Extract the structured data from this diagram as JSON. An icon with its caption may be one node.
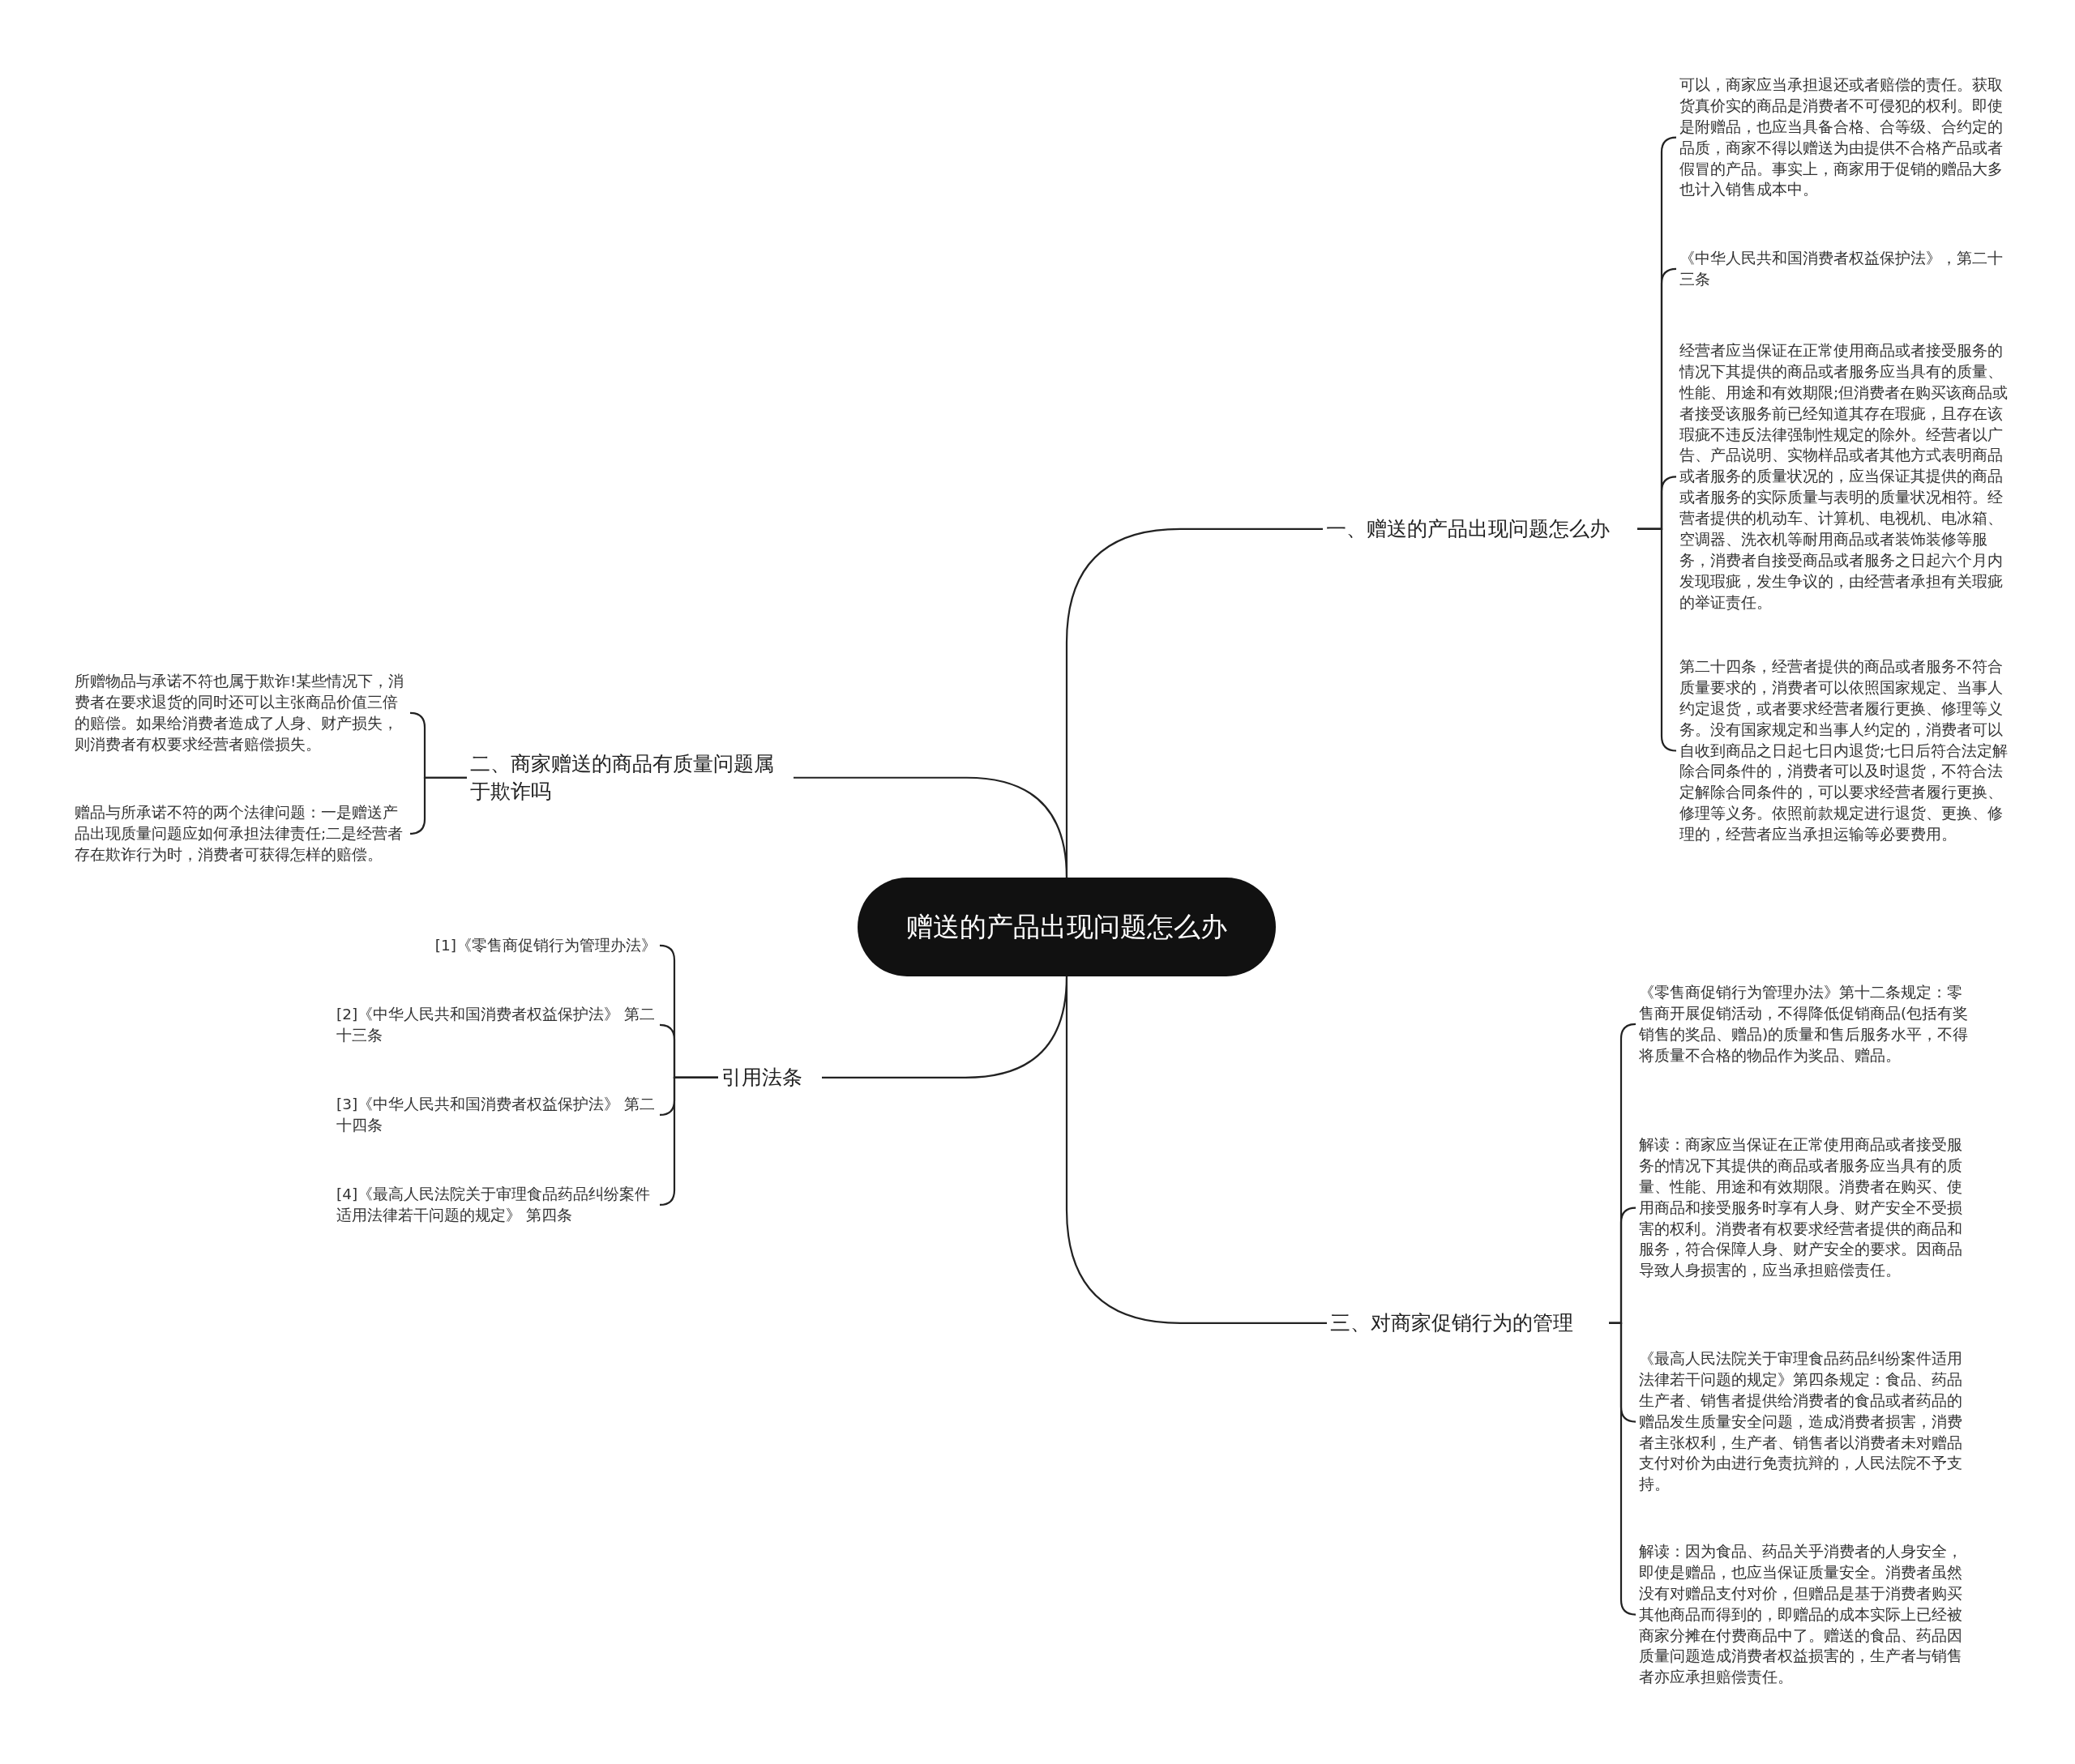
{
  "diagram": {
    "nodes": [
      {
        "text": [
          "赠送的产品出现问题怎么办"
        ]
      },
      {
        "text": [
          "一、赠送的产品出现问题怎么办"
        ]
      },
      {
        "text": [
          "可以，商家应当承担退还或者赔偿的责任。获取货真价实的商品是消费者不可侵犯的权利。即使是附赠品，也应当具备合格、合等级、合约定的品质，商家不得以赠送为由提供不合格产品或者假冒的产品。事实上，商家用于促销的赠品大多也计入销售成本中。"
        ]
      },
      {
        "text": [
          "《中华人民共和国消费者权益保护法》，第二十三条"
        ]
      },
      {
        "text": [
          "经营者应当保证在正常使用商品或者接受服务的情况下其提供的商品或者服务应当具有的质量、性能、用途和有效期限;但消费者在购买该商品或者接受该服务前已经知道其存在瑕疵，且存在该瑕疵不违反法律强制性规定的除外。经营者以广告、产品说明、实物样品或者其他方式表明商品或者服务的质量状况的，应当保证其提供的商品或者服务的实际质量与表明的质量状况相符。经营者提供的机动车、计算机、电视机、电冰箱、空调器、洗衣机等耐用商品或者装饰装修等服务，消费者自接受商品或者服务之日起六个月内发现瑕疵，发生争议的，由经营者承担有关瑕疵的举证责任。"
        ]
      },
      {
        "text": [
          "第二十四条，经营者提供的商品或者服务不符合质量要求的，消费者可以依照国家规定、当事人约定退货，或者要求经营者履行更换、修理等义务。没有国家规定和当事人约定的，消费者可以自收到商品之日起七日内退货;七日后符合法定解除合同条件的，消费者可以及时退货，不符合法定解除合同条件的，可以要求经营者履行更换、修理等义务。依照前款规定进行退货、更换、修理的，经营者应当承担运输等必要费用。"
        ]
      },
      {
        "text": [
          "二、商家赠送的商品有质量问题属于欺诈吗"
        ]
      },
      {
        "text": [
          "所赠物品与承诺不符也属于欺诈!某些情况下，消费者在要求退货的同时还可以主张商品价值三倍的赔偿。如果给消费者造成了人身、财产损失，则消费者有权要求经营者赔偿损失。"
        ]
      },
      {
        "text": [
          "赠品与所承诺不符的两个法律问题：一是赠送产品出现质量问题应如何承担法律责任;二是经营者存在欺诈行为时，消费者可获得怎样的赔偿。"
        ]
      },
      {
        "text": [
          "引用法条"
        ]
      },
      {
        "text": [
          "[1]《零售商促销行为管理办法》"
        ]
      },
      {
        "text": [
          "[2]《中华人民共和国消费者权益保护法》 第二十三条"
        ]
      },
      {
        "text": [
          "[3]《中华人民共和国消费者权益保护法》 第二十四条"
        ]
      },
      {
        "text": [
          "[4]《最高人民法院关于审理食品药品纠纷案件适用法律若干问题的规定》 第四条"
        ]
      },
      {
        "text": [
          "三、对商家促销行为的管理"
        ]
      },
      {
        "text": [
          "《零售商促销行为管理办法》第十二条规定：零售商开展促销活动，不得降低促销商品(包括有奖销售的奖品、赠品)的质量和售后服务水平，不得将质量不合格的物品作为奖品、赠品。"
        ]
      },
      {
        "text": [
          "解读：商家应当保证在正常使用商品或者接受服务的情况下其提供的商品或者服务应当具有的质量、性能、用途和有效期限。消费者在购买、使用商品和接受服务时享有人身、财产安全不受损害的权利。消费者有权要求经营者提供的商品和服务，符合保障人身、财产安全的要求。因商品导致人身损害的，应当承担赔偿责任。"
        ]
      },
      {
        "text": [
          "《最高人民法院关于审理食品药品纠纷案件适用法律若干问题的规定》第四条规定：食品、药品生产者、销售者提供给消费者的食品或者药品的赠品发生质量安全问题，造成消费者损害，消费者主张权利，生产者、销售者以消费者未对赠品支付对价为由进行免责抗辩的，人民法院不予支持。"
        ]
      },
      {
        "text": [
          "解读：因为食品、药品关乎消费者的人身安全，即使是赠品，也应当保证质量安全。消费者虽然没有对赠品支付对价，但赠品是基于消费者购买其他商品而得到的，即赠品的成本实际上已经被商家分摊在付费商品中了。赠送的食品、药品因质量问题造成消费者权益损害的，生产者与销售者亦应承担赔偿责任。"
        ]
      }
    ],
    "edges": [
      {
        "from": 0,
        "to": 1,
        "arrow": "none"
      },
      {
        "from": 1,
        "to": 2,
        "arrow": "none"
      },
      {
        "from": 1,
        "to": 3,
        "arrow": "none"
      },
      {
        "from": 1,
        "to": 4,
        "arrow": "none"
      },
      {
        "from": 1,
        "to": 5,
        "arrow": "none"
      },
      {
        "from": 0,
        "to": 6,
        "arrow": "none"
      },
      {
        "from": 6,
        "to": 7,
        "arrow": "none"
      },
      {
        "from": 6,
        "to": 8,
        "arrow": "none"
      },
      {
        "from": 0,
        "to": 9,
        "arrow": "none"
      },
      {
        "from": 9,
        "to": 10,
        "arrow": "none"
      },
      {
        "from": 9,
        "to": 11,
        "arrow": "none"
      },
      {
        "from": 9,
        "to": 12,
        "arrow": "none"
      },
      {
        "from": 9,
        "to": 13,
        "arrow": "none"
      },
      {
        "from": 0,
        "to": 14,
        "arrow": "none"
      },
      {
        "from": 14,
        "to": 15,
        "arrow": "none"
      },
      {
        "from": 14,
        "to": 16,
        "arrow": "none"
      },
      {
        "from": 14,
        "to": 17,
        "arrow": "none"
      },
      {
        "from": 14,
        "to": 18,
        "arrow": "none"
      }
    ]
  }
}
